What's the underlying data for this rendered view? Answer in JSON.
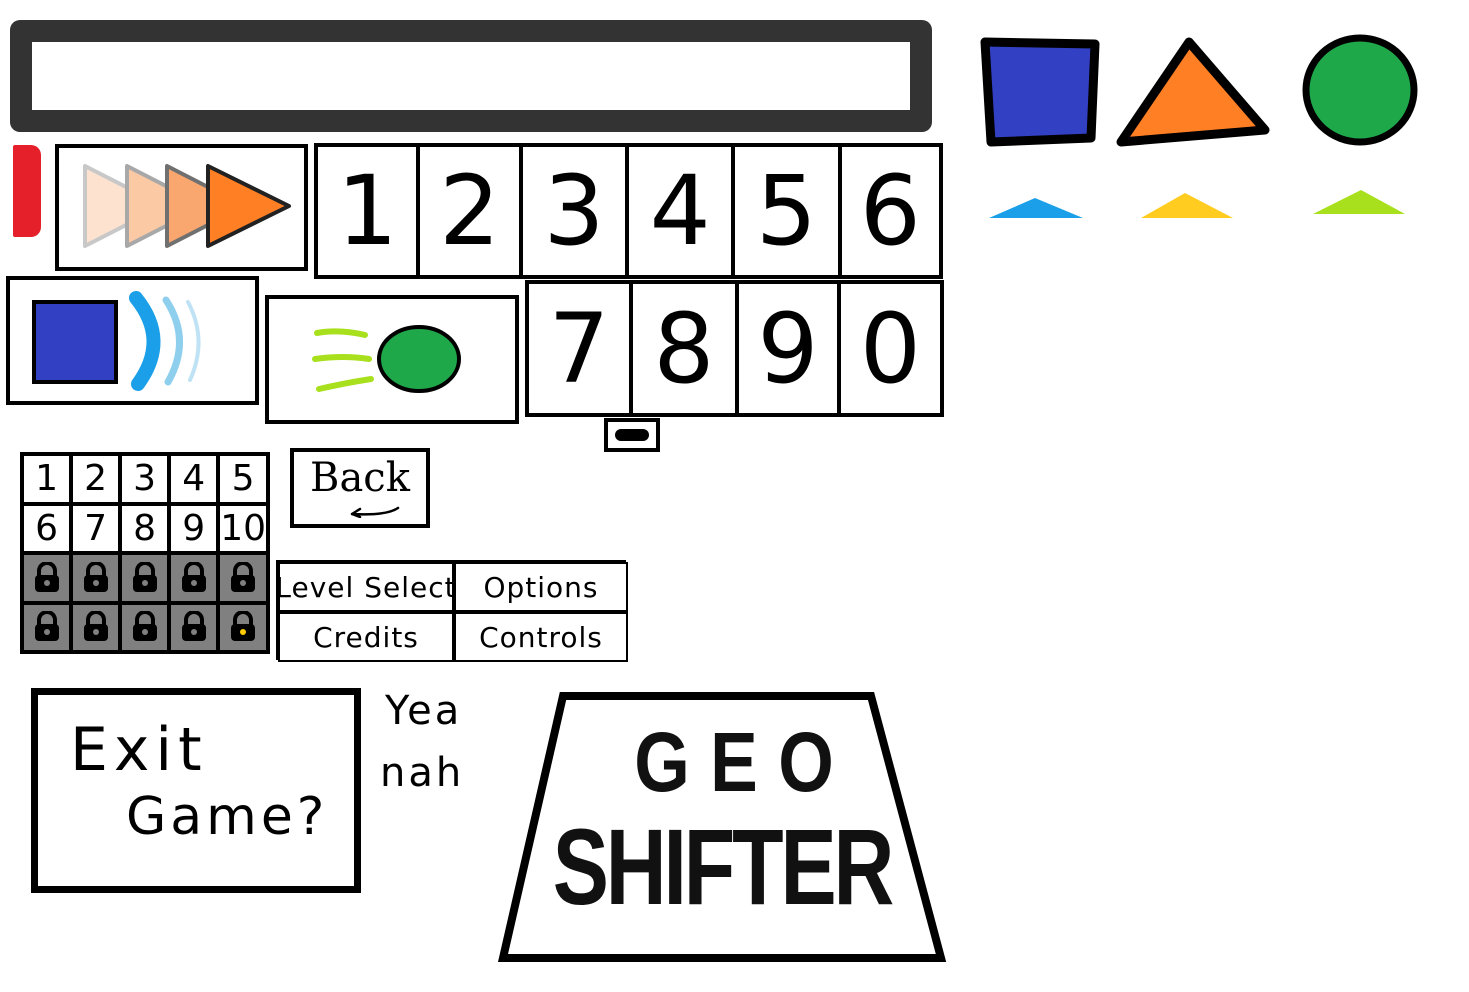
{
  "colors": {
    "bar_dark": "#333333",
    "red": "#e5202a",
    "blue": "#3240c4",
    "orange": "#ff7f24",
    "green": "#1fa84a",
    "light_blue": "#1a9fe8",
    "yellow": "#ffcc1f",
    "lime": "#a8e01e",
    "locked_gray": "#808080",
    "key_yellow": "#ffcc00"
  },
  "digits_row1": [
    "1",
    "2",
    "3",
    "4",
    "5",
    "6"
  ],
  "digits_row2": [
    "7",
    "8",
    "9",
    "0"
  ],
  "levels": [
    "1",
    "2",
    "3",
    "4",
    "5",
    "6",
    "7",
    "8",
    "9",
    "10"
  ],
  "locked_count": 10,
  "back_label": "Back",
  "menu": {
    "level_select": "Level Select",
    "options": "Options",
    "credits": "Credits",
    "controls": "Controls"
  },
  "exit": {
    "line1": "Exit",
    "line2": "Game?",
    "yes": "Yea",
    "no": "nah"
  },
  "title": {
    "line1": "GEO",
    "line2": "SHIFTER"
  },
  "icons": {
    "shape_square": "square-shape-icon",
    "shape_triangle": "triangle-shape-icon",
    "shape_circle": "circle-shape-icon",
    "fast_forward": "fast-forward-icon",
    "square_sound": "square-sound-wave-icon",
    "circle_motion": "circle-motion-icon",
    "lock": "lock-icon",
    "back_arrow": "back-arrow-icon"
  }
}
